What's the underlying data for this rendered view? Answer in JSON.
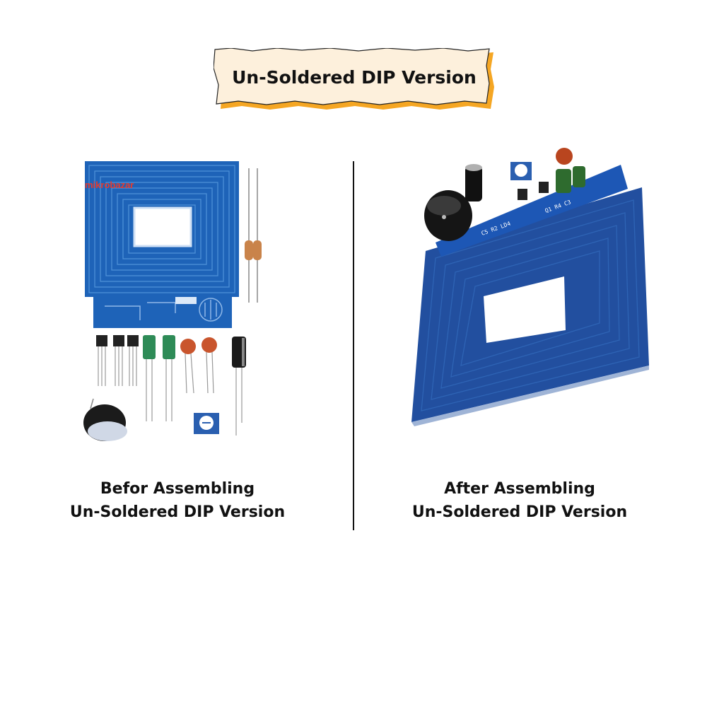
{
  "banner": {
    "title": "Un-Soldered DIP Version"
  },
  "left": {
    "caption_line1": "Befor Assembling",
    "caption_line2": "Un-Soldered DIP Version",
    "logo_text": "mikrobazar"
  },
  "right": {
    "caption_line1": "After Assembling",
    "caption_line2": "Un-Soldered DIP Version"
  },
  "colors": {
    "pcb_blue": "#1e63b8",
    "banner_fill": "#fdf0dc",
    "banner_edge": "#f5a623"
  }
}
